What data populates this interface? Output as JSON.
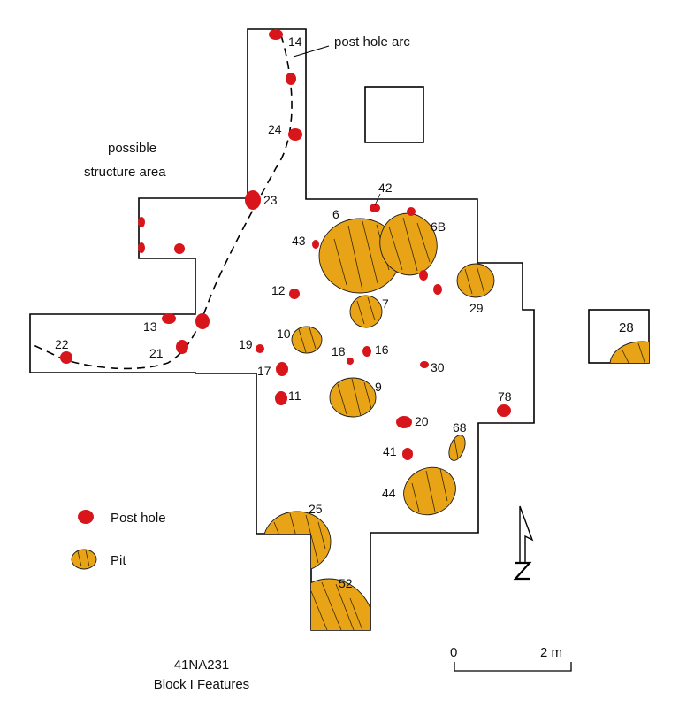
{
  "colors": {
    "post_hole": "#d7151b",
    "pit": "#e8a317",
    "line": "#000000"
  },
  "annotations": {
    "post_hole_arc": "post hole arc",
    "structure_line1": "possible",
    "structure_line2": "structure area"
  },
  "legend": {
    "post_hole": "Post hole",
    "pit": "Pit"
  },
  "title": {
    "line1": "41NA231",
    "line2": "Block I Features"
  },
  "scale": {
    "start": "0",
    "end": "2 m"
  },
  "features": {
    "f14": "14",
    "f24": "24",
    "f23": "23",
    "f42": "42",
    "f6": "6",
    "f6b": "6B",
    "f43": "43",
    "f12": "12",
    "f7": "7",
    "f29": "29",
    "f28": "28",
    "f13": "13",
    "f22": "22",
    "f21": "21",
    "f19": "19",
    "f10": "10",
    "f18": "18",
    "f16": "16",
    "f30": "30",
    "f17": "17",
    "f9": "9",
    "f11": "11",
    "f78": "78",
    "f20": "20",
    "f68": "68",
    "f41": "41",
    "f44": "44",
    "f25": "25",
    "f52": "52"
  }
}
